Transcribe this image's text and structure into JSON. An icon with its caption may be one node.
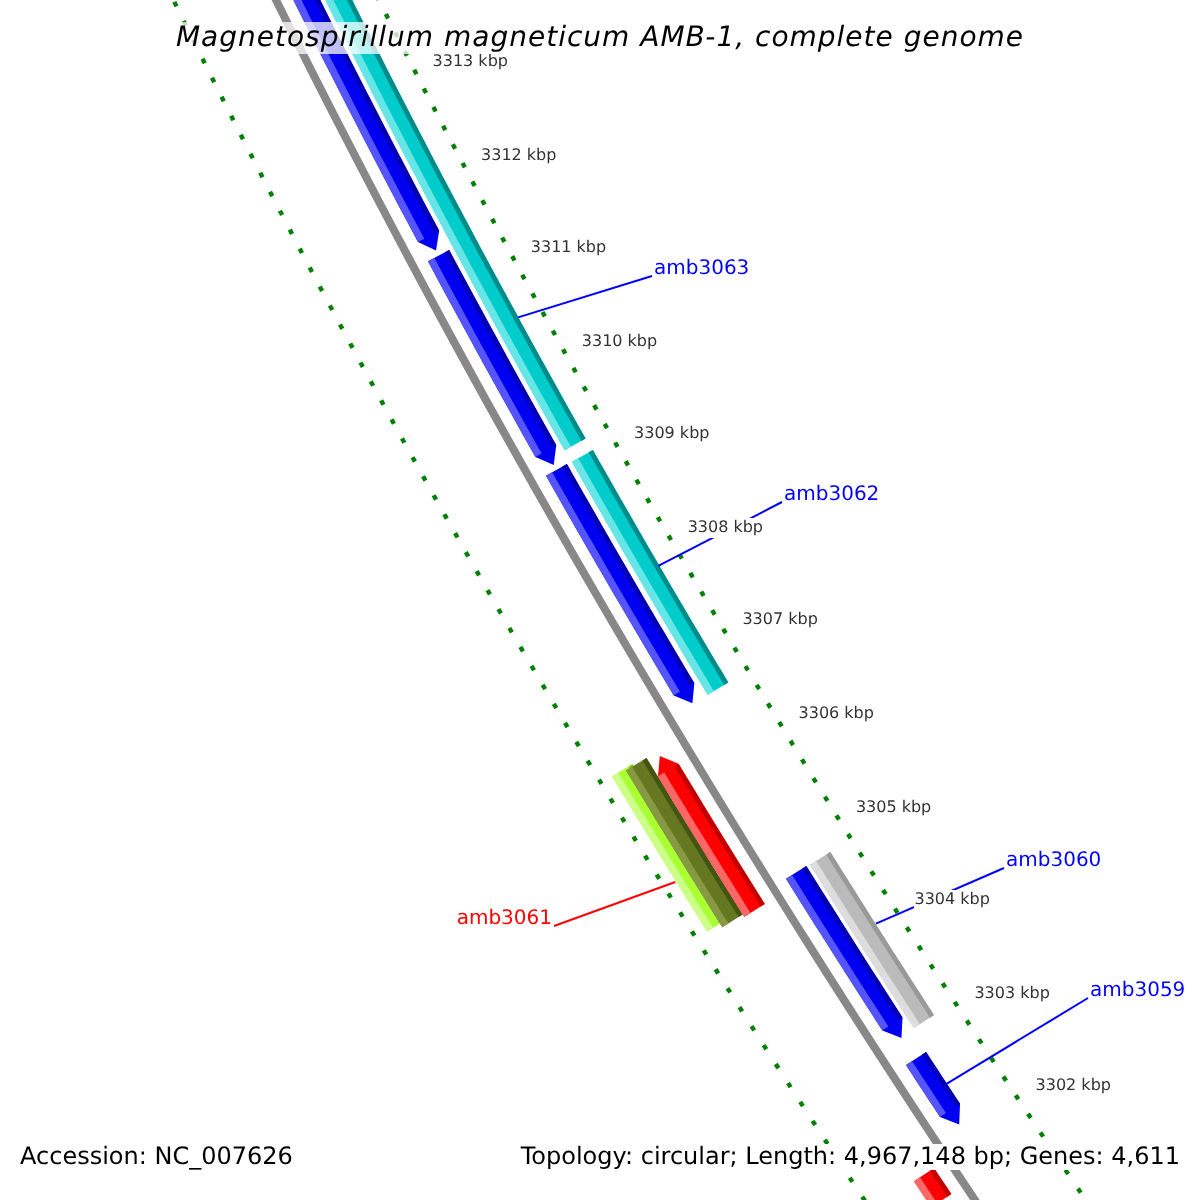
{
  "diagram": {
    "title": "Magnetospirillum magneticum AMB-1, complete genome",
    "nodes": [
      {
        "text": [],
        "shape": "arrow"
      },
      {
        "text": [],
        "shape": "bar"
      },
      {
        "text": [
          "amb3063"
        ]
      },
      {
        "text": [],
        "shape": "arrow"
      },
      {
        "text": [
          "amb3062"
        ]
      },
      {
        "text": [],
        "shape": "arrow"
      },
      {
        "text": [],
        "shape": "bar"
      },
      {
        "text": [],
        "shape": "bar"
      },
      {
        "text": [],
        "shape": "bar"
      },
      {
        "text": [],
        "shape": "arrow"
      },
      {
        "text": [
          "amb3061"
        ]
      },
      {
        "text": [
          "amb3060"
        ]
      },
      {
        "text": [],
        "shape": "arrow"
      },
      {
        "text": [],
        "shape": "bar"
      },
      {
        "text": [
          "amb3059"
        ]
      },
      {
        "text": [],
        "shape": "arrow"
      },
      {
        "text": [],
        "shape": "bar"
      }
    ],
    "edges": [
      {
        "from": 2,
        "to": 1,
        "arrow": "none"
      },
      {
        "from": 4,
        "to": 6,
        "arrow": "none"
      },
      {
        "from": 10,
        "to": 7,
        "arrow": "none",
        "color": "#ff0000"
      },
      {
        "from": 11,
        "to": 13,
        "arrow": "none"
      },
      {
        "from": 14,
        "to": 15,
        "arrow": "none"
      }
    ],
    "labels": [
      "3313 kbp",
      "3312 kbp",
      "3311 kbp",
      "3310 kbp",
      "3309 kbp",
      "3308 kbp",
      "3307 kbp",
      "3306 kbp",
      "3305 kbp",
      "3304 kbp",
      "3303 kbp",
      "3302 kbp",
      "Accession: NC_007626",
      "Topology: circular; Length: 4,967,148 bp; Genes: 4,611"
    ]
  }
}
